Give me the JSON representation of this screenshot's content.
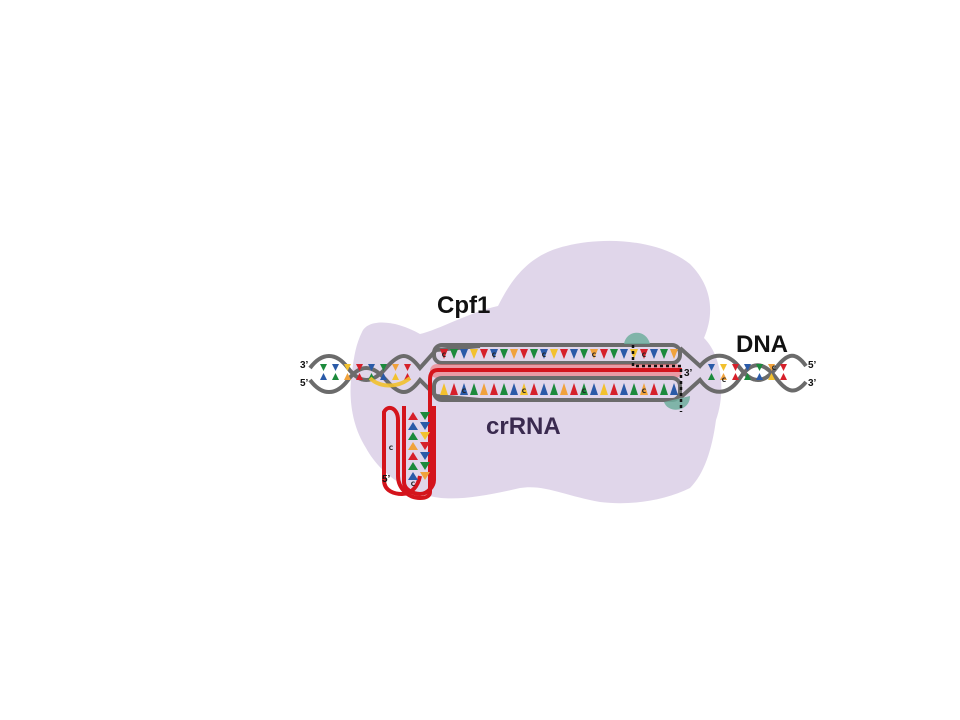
{
  "labels": {
    "protein": "Cpf1",
    "dna": "DNA",
    "crrna": "crRNA",
    "left_top_end": "3’",
    "left_bottom_end": "5’",
    "right_top_end": "5’",
    "right_bottom_end": "3’",
    "crrna_3_end": "3’",
    "crrna_5_end": "5’",
    "base_letter": "C"
  },
  "colors": {
    "protein_blob": "#e0d6ea",
    "backbone": "#6b6b6b",
    "rna": "#d4141c",
    "rna_glow": "#f26b6b",
    "cleavage": "#6fae9e",
    "base_red": "#d6202a",
    "base_green": "#1c8a3c",
    "base_blue": "#2a5aa8",
    "base_yellow": "#f2c12e",
    "base_orange": "#f0a23c",
    "cut_line": "#111111"
  }
}
